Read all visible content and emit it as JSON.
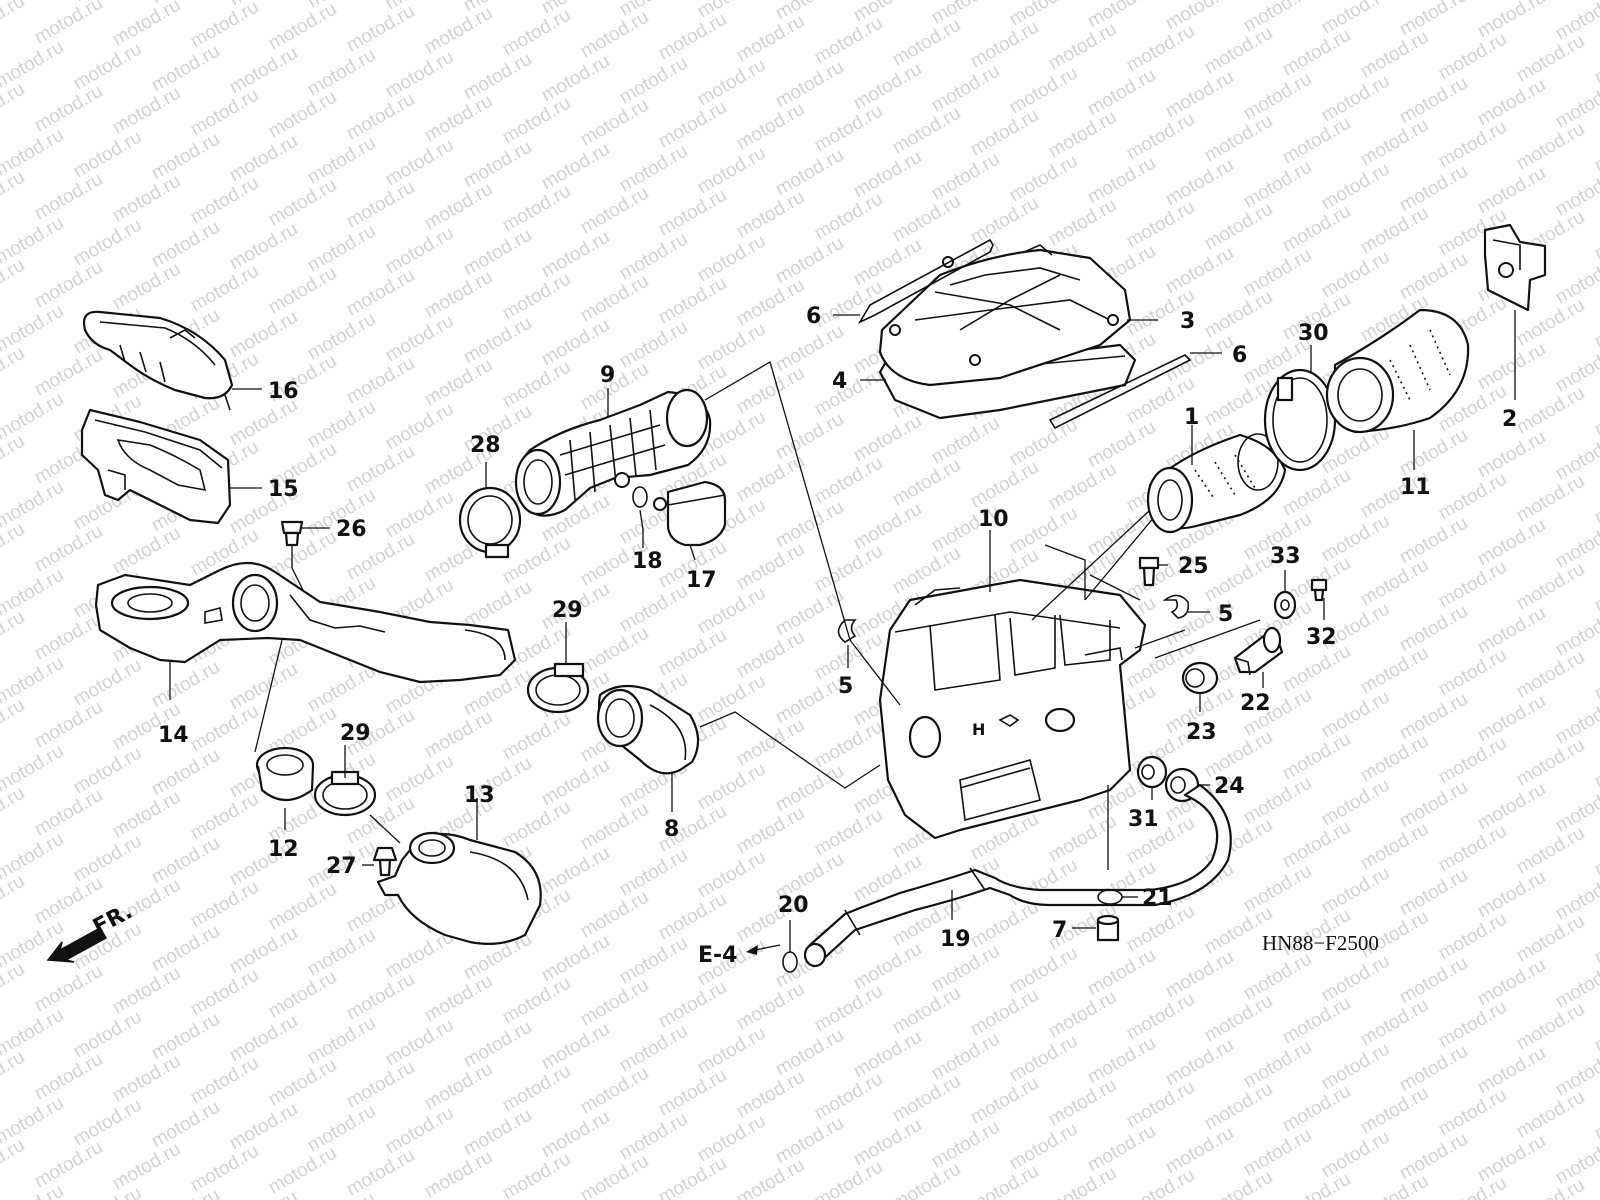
{
  "watermark": "motod.ru",
  "diagram_code": "HN88−F2500",
  "front_marker": "FR.",
  "reference": "E-4",
  "parts": [
    {
      "id": "p1",
      "label": "1"
    },
    {
      "id": "p2",
      "label": "2"
    },
    {
      "id": "p3",
      "label": "3"
    },
    {
      "id": "p4",
      "label": "4"
    },
    {
      "id": "p5a",
      "label": "5"
    },
    {
      "id": "p5b",
      "label": "5"
    },
    {
      "id": "p6a",
      "label": "6"
    },
    {
      "id": "p6b",
      "label": "6"
    },
    {
      "id": "p7",
      "label": "7"
    },
    {
      "id": "p8",
      "label": "8"
    },
    {
      "id": "p9",
      "label": "9"
    },
    {
      "id": "p10",
      "label": "10"
    },
    {
      "id": "p11",
      "label": "11"
    },
    {
      "id": "p12",
      "label": "12"
    },
    {
      "id": "p13",
      "label": "13"
    },
    {
      "id": "p14",
      "label": "14"
    },
    {
      "id": "p15",
      "label": "15"
    },
    {
      "id": "p16",
      "label": "16"
    },
    {
      "id": "p17",
      "label": "17"
    },
    {
      "id": "p18",
      "label": "18"
    },
    {
      "id": "p19",
      "label": "19"
    },
    {
      "id": "p20",
      "label": "20"
    },
    {
      "id": "p21",
      "label": "21"
    },
    {
      "id": "p22",
      "label": "22"
    },
    {
      "id": "p23",
      "label": "23"
    },
    {
      "id": "p24",
      "label": "24"
    },
    {
      "id": "p25",
      "label": "25"
    },
    {
      "id": "p26",
      "label": "26"
    },
    {
      "id": "p27",
      "label": "27"
    },
    {
      "id": "p28",
      "label": "28"
    },
    {
      "id": "p29a",
      "label": "29"
    },
    {
      "id": "p29b",
      "label": "29"
    },
    {
      "id": "p30",
      "label": "30"
    },
    {
      "id": "p31",
      "label": "31"
    },
    {
      "id": "p32",
      "label": "32"
    },
    {
      "id": "p33",
      "label": "33"
    }
  ]
}
